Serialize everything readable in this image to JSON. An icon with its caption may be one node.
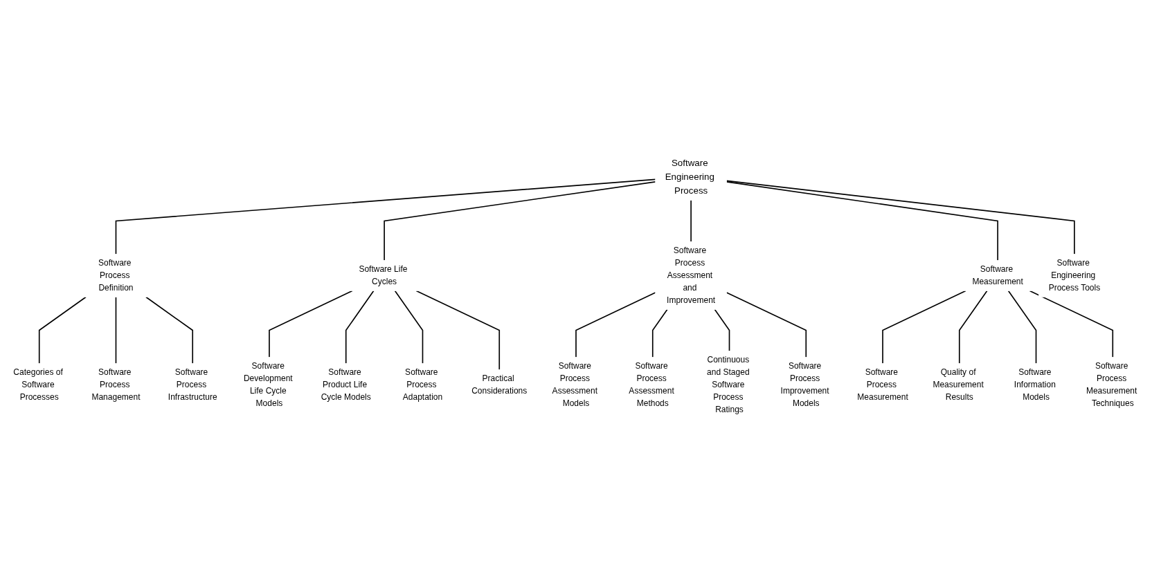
{
  "diagram": {
    "nodes": [
      {
        "text": [
          "Software Engineering Process"
        ]
      },
      {
        "text": [
          "Software Process Definition"
        ]
      },
      {
        "text": [
          "Software Life Cycles"
        ]
      },
      {
        "text": [
          "Software Process Assessment and Improvement"
        ]
      },
      {
        "text": [
          "Software Measurement"
        ]
      },
      {
        "text": [
          "Software Engineering Process Tools"
        ]
      },
      {
        "text": [
          "Categories of Software Processes"
        ]
      },
      {
        "text": [
          "Software Process Management"
        ]
      },
      {
        "text": [
          "Software Process Infrastructure"
        ]
      },
      {
        "text": [
          "Software Development Life Cycle Models"
        ]
      },
      {
        "text": [
          "Software Product Life Cycle Models"
        ]
      },
      {
        "text": [
          "Software Process Adaptation"
        ]
      },
      {
        "text": [
          "Practical Considerations"
        ]
      },
      {
        "text": [
          "Software Process Assessment Models"
        ]
      },
      {
        "text": [
          "Software Process Assessment Methods"
        ]
      },
      {
        "text": [
          "Continuous and Staged Software Process Ratings"
        ]
      },
      {
        "text": [
          "Software Process Improvement Models"
        ]
      },
      {
        "text": [
          "Software Process Measurement"
        ]
      },
      {
        "text": [
          "Quality of Measurement Results"
        ]
      },
      {
        "text": [
          "Software Information Models"
        ]
      },
      {
        "text": [
          "Software Process Measurement Techniques"
        ]
      }
    ],
    "edges": [
      {
        "from": 0,
        "to": 1,
        "arrow": "none"
      },
      {
        "from": 0,
        "to": 2,
        "arrow": "none"
      },
      {
        "from": 0,
        "to": 3,
        "arrow": "none"
      },
      {
        "from": 0,
        "to": 4,
        "arrow": "none"
      },
      {
        "from": 0,
        "to": 5,
        "arrow": "none"
      },
      {
        "from": 1,
        "to": 6,
        "arrow": "none"
      },
      {
        "from": 1,
        "to": 7,
        "arrow": "none"
      },
      {
        "from": 1,
        "to": 8,
        "arrow": "none"
      },
      {
        "from": 2,
        "to": 9,
        "arrow": "none"
      },
      {
        "from": 2,
        "to": 10,
        "arrow": "none"
      },
      {
        "from": 2,
        "to": 11,
        "arrow": "none"
      },
      {
        "from": 2,
        "to": 12,
        "arrow": "none"
      },
      {
        "from": 3,
        "to": 13,
        "arrow": "none"
      },
      {
        "from": 3,
        "to": 14,
        "arrow": "none"
      },
      {
        "from": 3,
        "to": 15,
        "arrow": "none"
      },
      {
        "from": 3,
        "to": 16,
        "arrow": "none"
      },
      {
        "from": 4,
        "to": 17,
        "arrow": "none"
      },
      {
        "from": 4,
        "to": 18,
        "arrow": "none"
      },
      {
        "from": 4,
        "to": 19,
        "arrow": "none"
      },
      {
        "from": 4,
        "to": 20,
        "arrow": "none"
      }
    ]
  }
}
